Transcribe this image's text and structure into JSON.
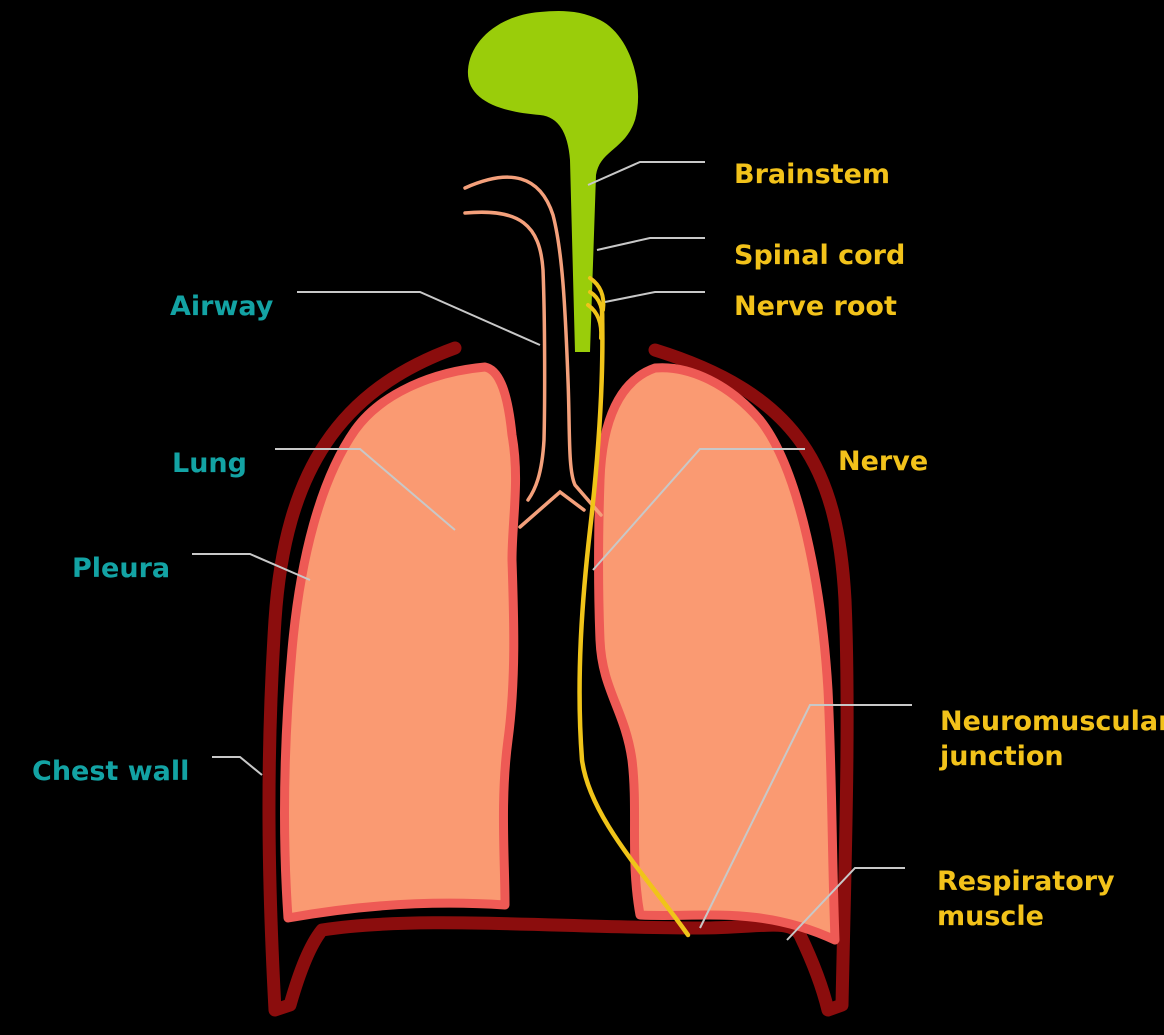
{
  "colors": {
    "background": "#000000",
    "left_label": "#13a3a4",
    "right_label": "#f2c21a",
    "chest_wall": "#8b0d0d",
    "pleura": "#ee5a55",
    "lung": "#fa9a72",
    "airway": "#f4a07b",
    "brainstem": "#9acd0a",
    "nerve": "#f0c419",
    "leader": "#c8c8c8"
  },
  "labels": {
    "left": {
      "airway": "Airway",
      "lung": "Lung",
      "pleura": "Pleura",
      "chest_wall": "Chest wall"
    },
    "right": {
      "brainstem": "Brainstem",
      "spinal_cord": "Spinal cord",
      "nerve_root": "Nerve root",
      "nerve": "Nerve",
      "neuromuscular_junction_1": "Neuromuscular",
      "neuromuscular_junction_2": "junction",
      "respiratory_muscle_1": "Respiratory",
      "respiratory_muscle_2": "muscle"
    }
  }
}
